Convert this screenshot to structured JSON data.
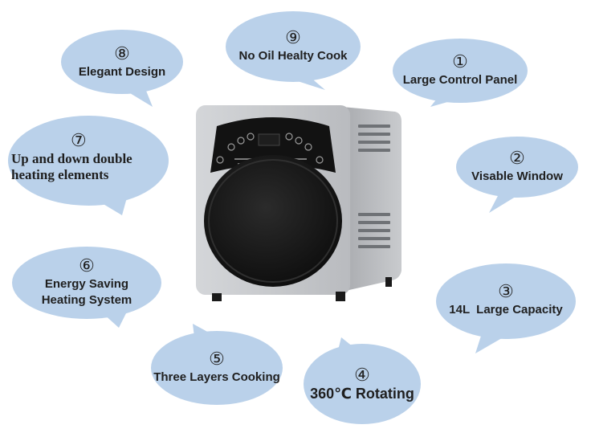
{
  "features": [
    {
      "number": "①",
      "label": "Large Control Panel"
    },
    {
      "number": "②",
      "label": "Visable Window"
    },
    {
      "number": "③",
      "label": "14L  Large Capacity"
    },
    {
      "number": "④",
      "label": "360℃ Rotating"
    },
    {
      "number": "⑤",
      "label": "Three Layers Cooking"
    },
    {
      "number": "⑥",
      "label_line1": "Energy Saving",
      "label_line2": "Heating System"
    },
    {
      "number": "⑦",
      "label_line1": "Up and down double",
      "label_line2": "heating elements"
    },
    {
      "number": "⑧",
      "label": "Elegant Design"
    },
    {
      "number": "⑨",
      "label": "No Oil Healty Cook"
    }
  ],
  "colors": {
    "bubble": "#bad1ea",
    "body_silver": "#c4c6ca",
    "panel": "#111111"
  }
}
